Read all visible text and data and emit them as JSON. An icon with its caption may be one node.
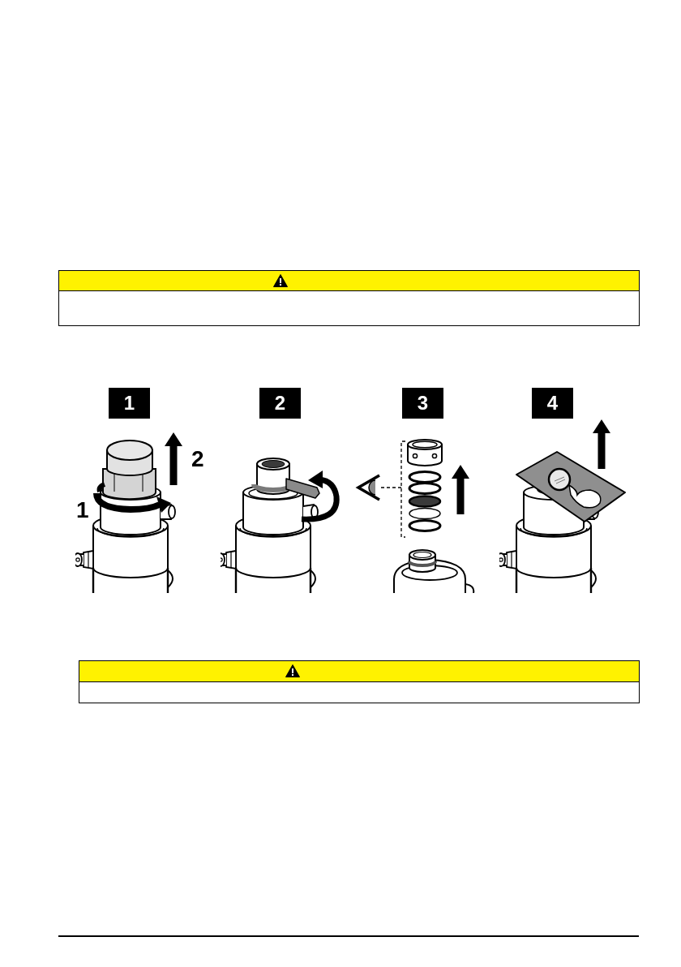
{
  "diagram": {
    "nodes": [
      {
        "text": [
          "1"
        ]
      },
      {
        "text": [
          "2"
        ]
      },
      {
        "text": [
          "3"
        ]
      },
      {
        "text": [
          "4"
        ]
      }
    ],
    "labels": [
      "1",
      "2"
    ]
  }
}
